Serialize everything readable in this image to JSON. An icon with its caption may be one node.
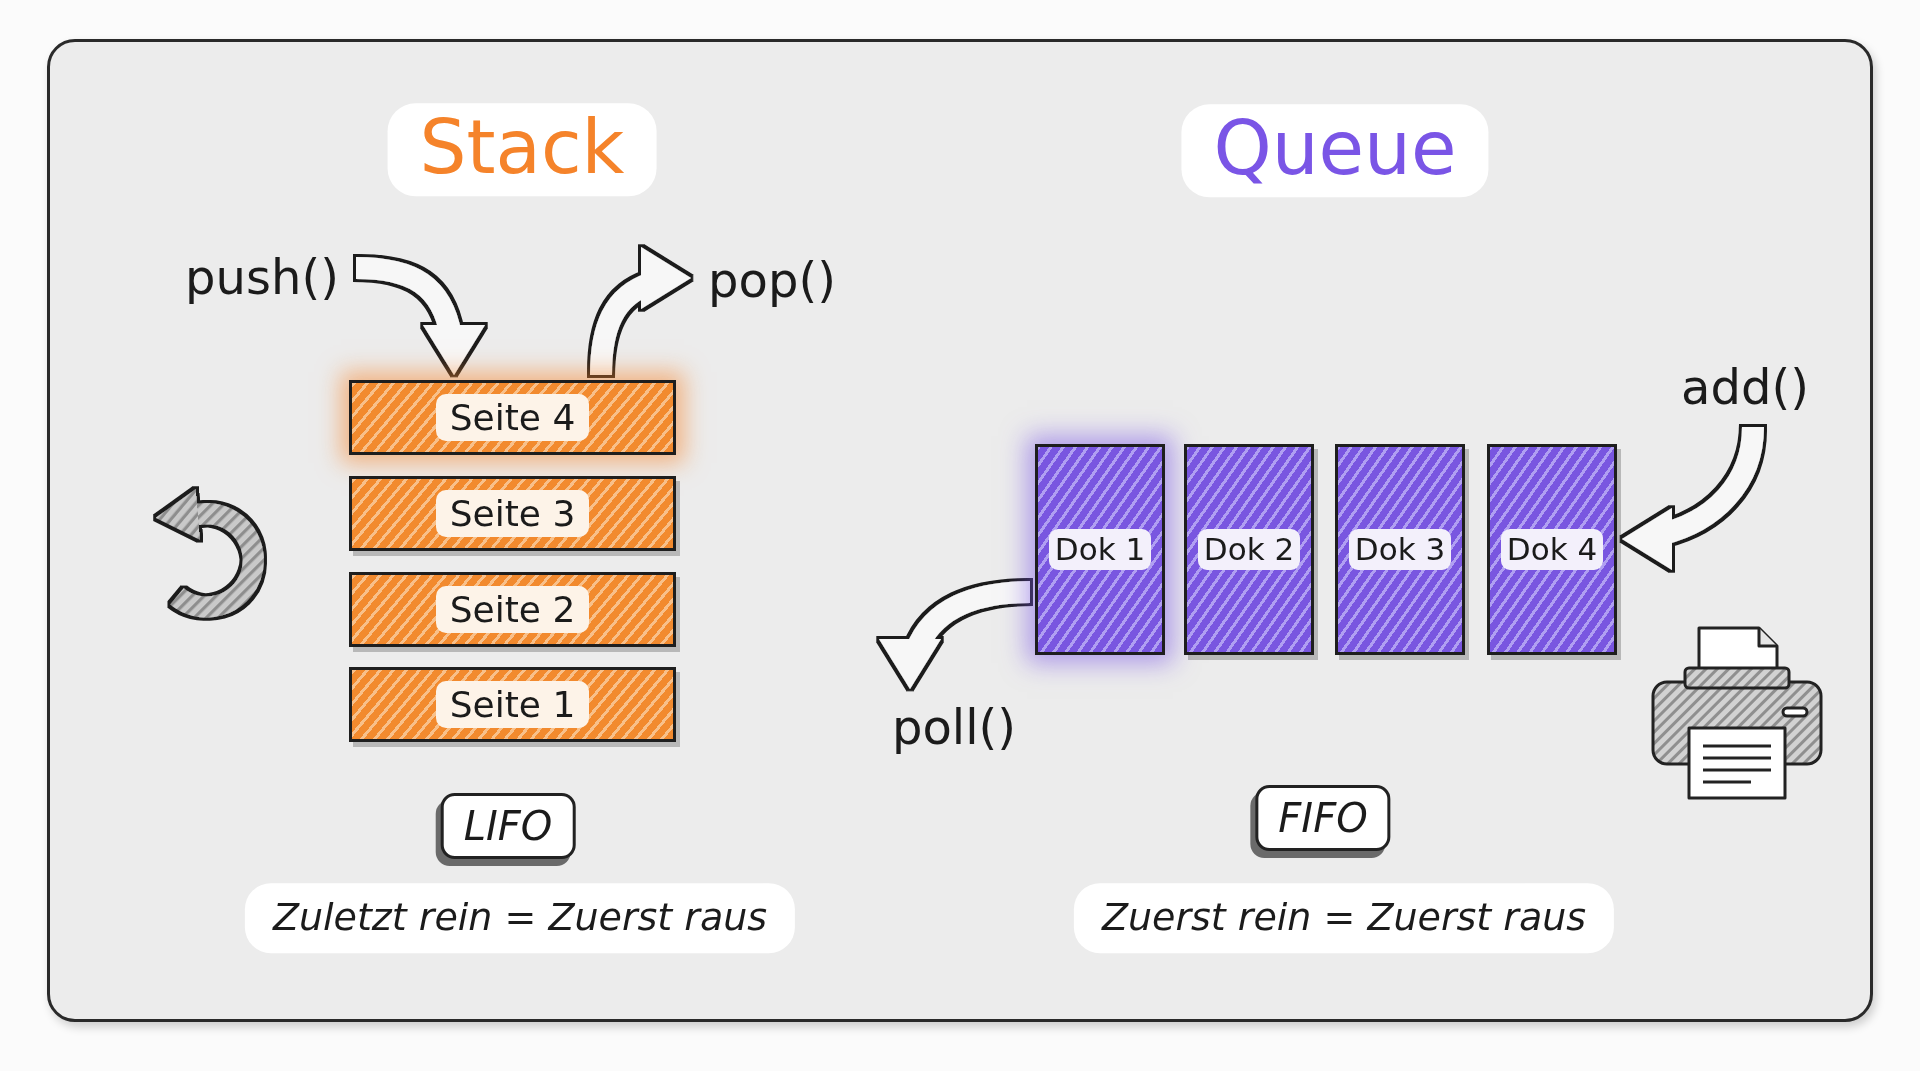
{
  "diagram": {
    "nodes": [
      {
        "text": [
          "Stack"
        ]
      },
      {
        "text": [
          "push()"
        ]
      },
      {
        "text": [
          "pop()"
        ]
      },
      {
        "text": [
          "Seite 4"
        ]
      },
      {
        "text": [
          "Seite 3"
        ]
      },
      {
        "text": [
          "Seite 2"
        ]
      },
      {
        "text": [
          "Seite 1"
        ]
      },
      {
        "text": [
          "LIFO"
        ]
      },
      {
        "text": [
          "Zuletzt rein = Zuerst raus"
        ]
      },
      {
        "text": [
          "Queue"
        ]
      },
      {
        "text": [
          "add()"
        ]
      },
      {
        "text": [
          "Dok 1"
        ]
      },
      {
        "text": [
          "Dok 2"
        ]
      },
      {
        "text": [
          "Dok 3"
        ]
      },
      {
        "text": [
          "Dok 4"
        ]
      },
      {
        "text": [
          "poll()"
        ]
      },
      {
        "text": [
          "FIFO"
        ]
      },
      {
        "text": [
          "Zuerst rein = Zuerst raus"
        ]
      }
    ],
    "edges": [
      {
        "from": 1,
        "to": 3,
        "arrow": "to"
      },
      {
        "from": 3,
        "to": 2,
        "arrow": "to"
      },
      {
        "from": 10,
        "to": 14,
        "arrow": "to"
      },
      {
        "from": 11,
        "to": 15,
        "arrow": "to"
      }
    ]
  }
}
